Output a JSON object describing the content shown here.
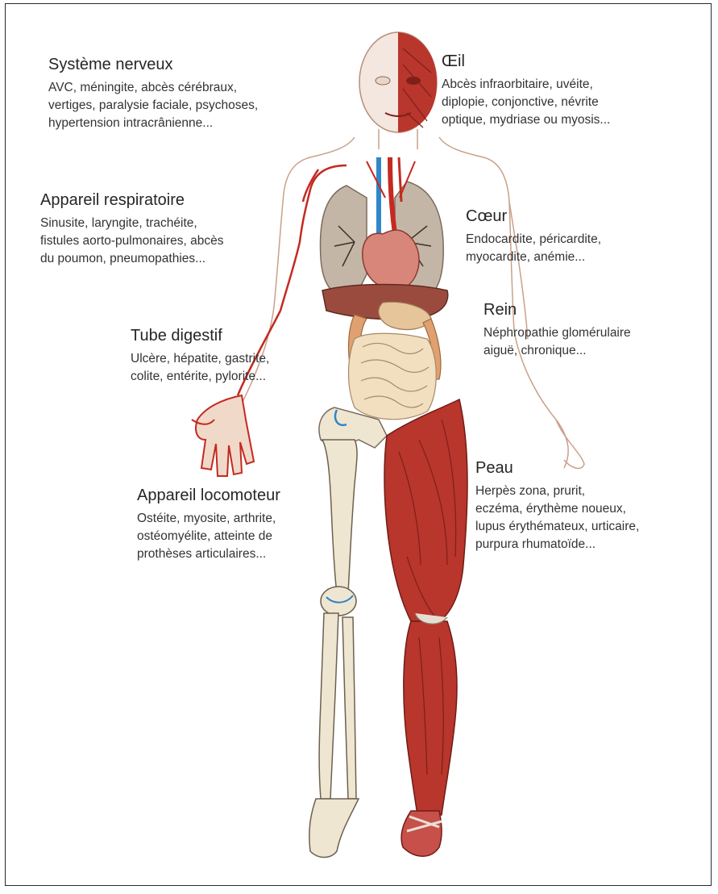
{
  "colors": {
    "muscle": "#b8362c",
    "muscle_dark": "#7f1f18",
    "bone": "#efe6d2",
    "skin_outline": "#c9a08a",
    "artery": "#c42a20",
    "vein": "#2f86c8",
    "lung": "#b7a99a",
    "liver": "#9b4b3e",
    "stomach": "#e7c59a",
    "intestine": "#f1dfbf"
  },
  "labels": {
    "nervous": {
      "title": "Système nerveux",
      "desc": [
        "AVC, méningite, abcès cérébraux,",
        "vertiges, paralysie faciale, psychoses,",
        "hypertension intracrânienne..."
      ]
    },
    "eye": {
      "title": "Œil",
      "desc": [
        "Abcès infraorbitaire, uvéite,",
        "diplopie, conjonctive, névrite",
        "optique, mydriase ou myosis..."
      ]
    },
    "respiratory": {
      "title": "Appareil respiratoire",
      "desc": [
        "Sinusite, laryngite, trachéite,",
        "fistules aorto-pulmonaires, abcès",
        "du poumon, pneumopathies..."
      ]
    },
    "heart": {
      "title": "Cœur",
      "desc": [
        "Endocardite, péricardite,",
        "myocardite, anémie..."
      ]
    },
    "kidney": {
      "title": "Rein",
      "desc": [
        "Néphropathie glomérulaire",
        "aiguë, chronique..."
      ]
    },
    "digestive": {
      "title": "Tube digestif",
      "desc": [
        "Ulcère, hépatite, gastrite,",
        "colite, entérite, pylorite..."
      ]
    },
    "skin": {
      "title": "Peau",
      "desc": [
        "Herpès zona, prurit,",
        "eczéma, érythème noueux,",
        "lupus érythémateux, urticaire,",
        "purpura rhumatoïde..."
      ]
    },
    "locomotor": {
      "title": "Appareil locomoteur",
      "desc": [
        "Ostéite, myosite, arthrite,",
        "ostéomyélite, atteinte de",
        "prothèses articulaires..."
      ]
    }
  }
}
